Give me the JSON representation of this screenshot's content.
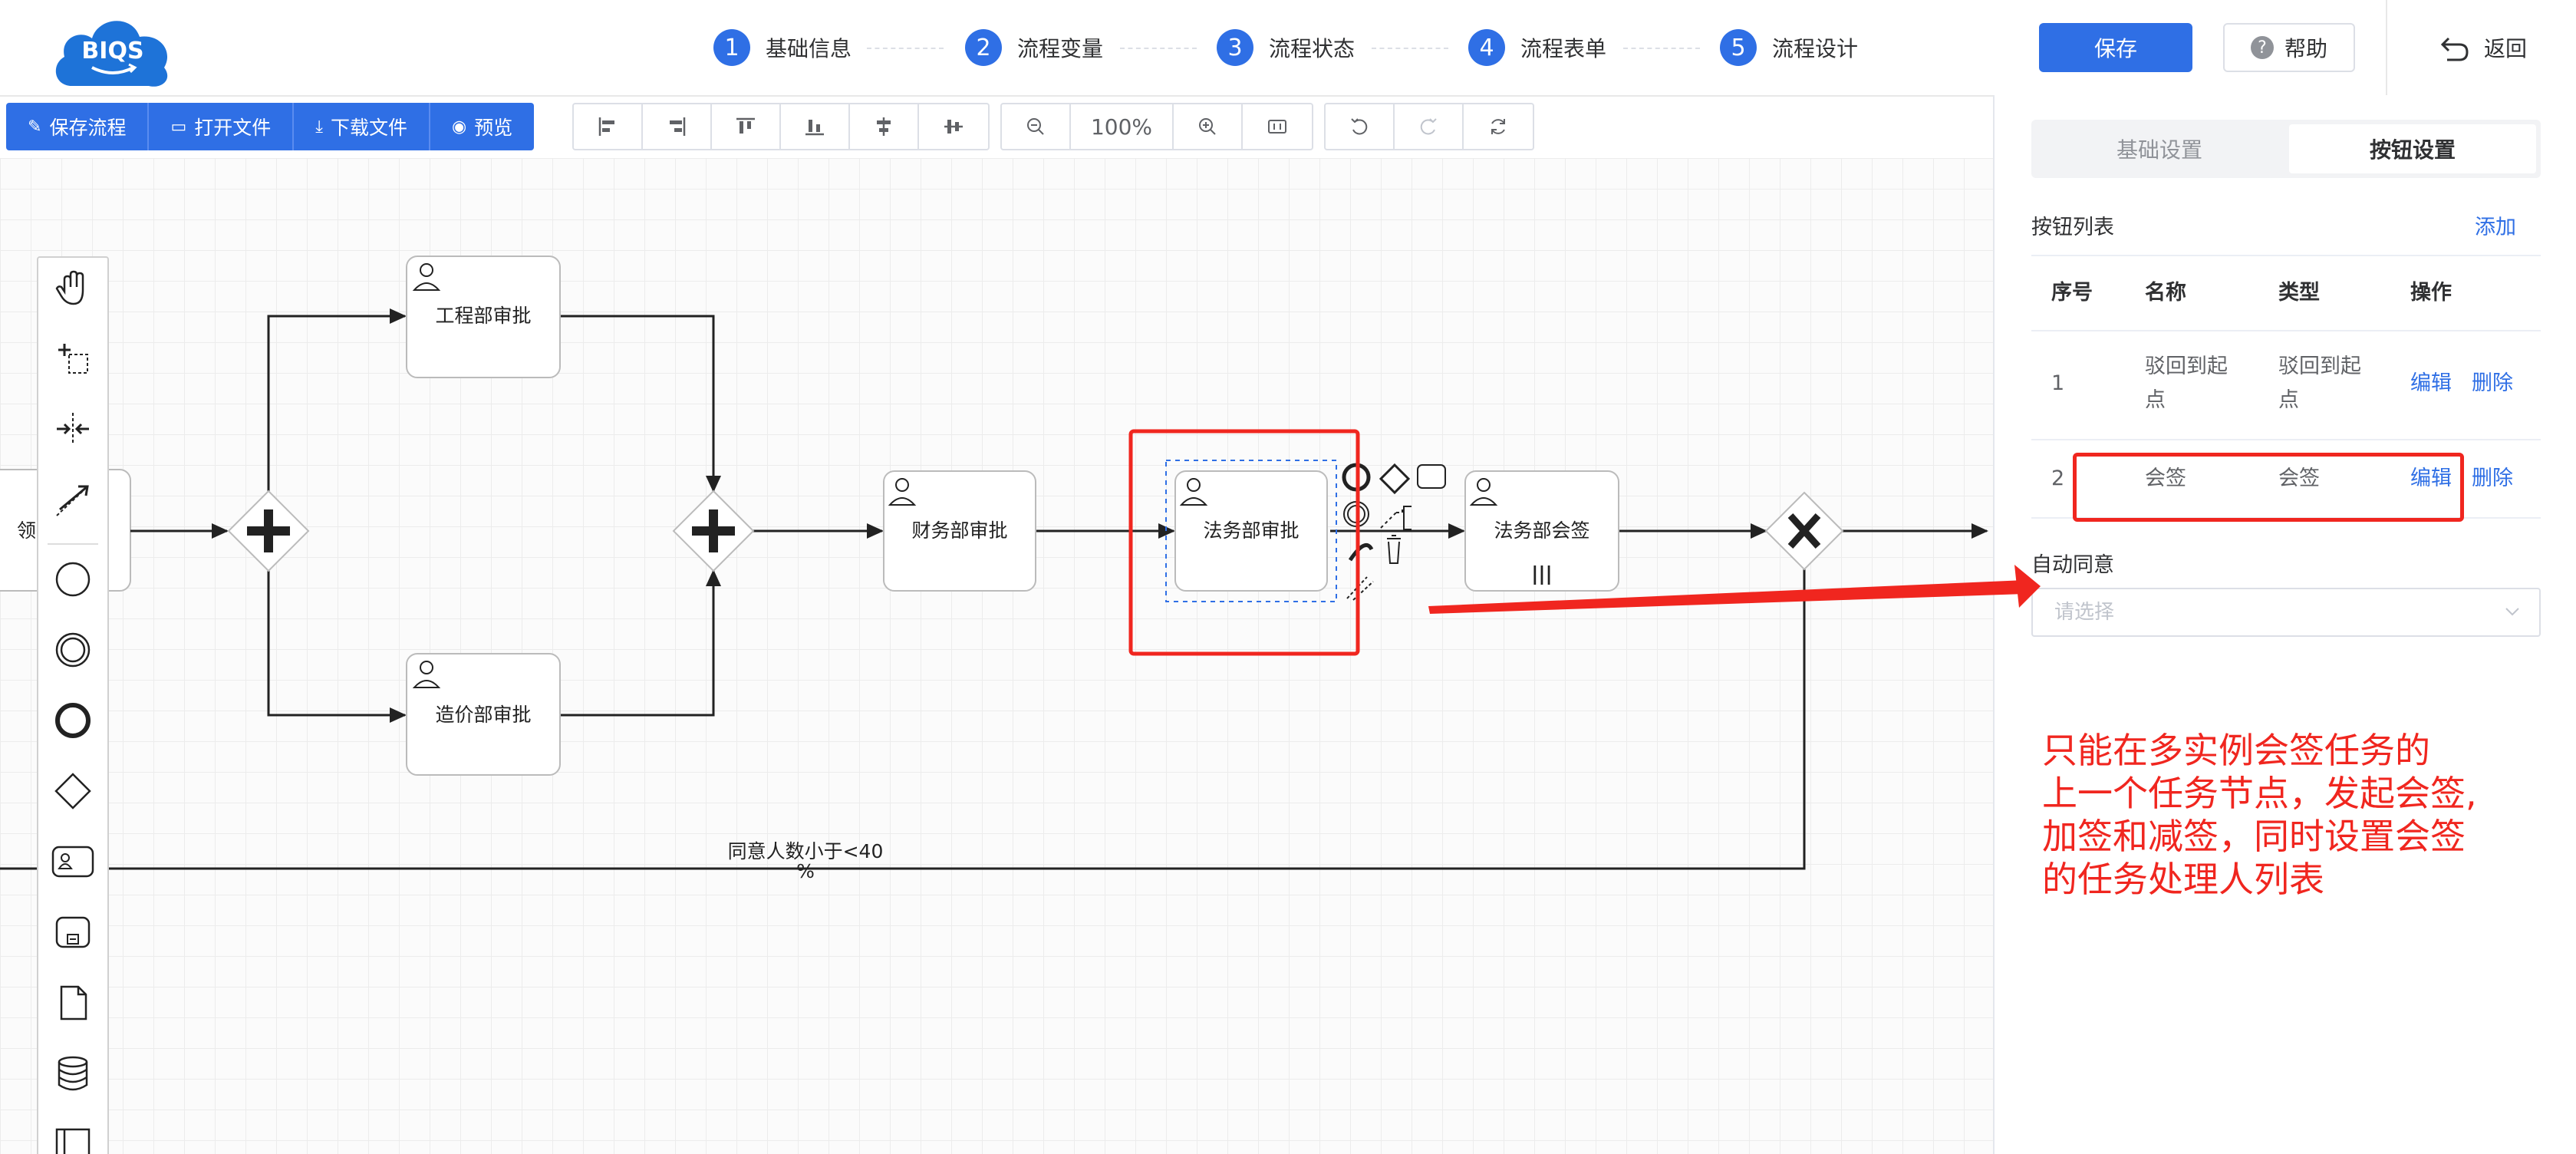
{
  "logo": {
    "text": "BIQS"
  },
  "steps": [
    {
      "num": "1",
      "label": "基础信息"
    },
    {
      "num": "2",
      "label": "流程变量"
    },
    {
      "num": "3",
      "label": "流程状态"
    },
    {
      "num": "4",
      "label": "流程表单"
    },
    {
      "num": "5",
      "label": "流程设计"
    }
  ],
  "header": {
    "save": "保存",
    "help_icon": "?",
    "help": "帮助",
    "back": "返回"
  },
  "toolbar": {
    "save_flow": "保存流程",
    "open_file": "打开文件",
    "download_file": "下载文件",
    "preview": "预览",
    "zoom": "100%"
  },
  "diagram": {
    "node_engineering": "工程部审批",
    "node_cost": "造价部审批",
    "node_finance": "财务部审批",
    "node_legal": "法务部审批",
    "node_legal_countersign": "法务部会签",
    "node_partial": "领",
    "edge_label_line1": "同意人数小于<40",
    "edge_label_line2": "%",
    "multi_instance_marker": "|||"
  },
  "panel": {
    "tab_basic": "基础设置",
    "tab_buttons": "按钮设置",
    "button_list_title": "按钮列表",
    "add": "添加",
    "columns": [
      "序号",
      "名称",
      "类型",
      "操作"
    ],
    "rows": [
      {
        "index": "1",
        "name_line1": "驳回到起",
        "name_line2": "点",
        "type_line1": "驳回到起",
        "type_line2": "点",
        "edit": "编辑",
        "delete": "删除"
      },
      {
        "index": "2",
        "name": "会签",
        "type": "会签",
        "edit": "编辑",
        "delete": "删除"
      }
    ],
    "auto_agree_label": "自动同意",
    "auto_agree_placeholder": "请选择"
  },
  "annotation": {
    "line1": "只能在多实例会签任务的",
    "line2": "上一个任务节点，发起会签,",
    "line3": "加签和减签，同时设置会签",
    "line4": "的任务处理人列表"
  },
  "colors": {
    "primary": "#2f6fe5",
    "annotation_red": "#f0261f"
  }
}
